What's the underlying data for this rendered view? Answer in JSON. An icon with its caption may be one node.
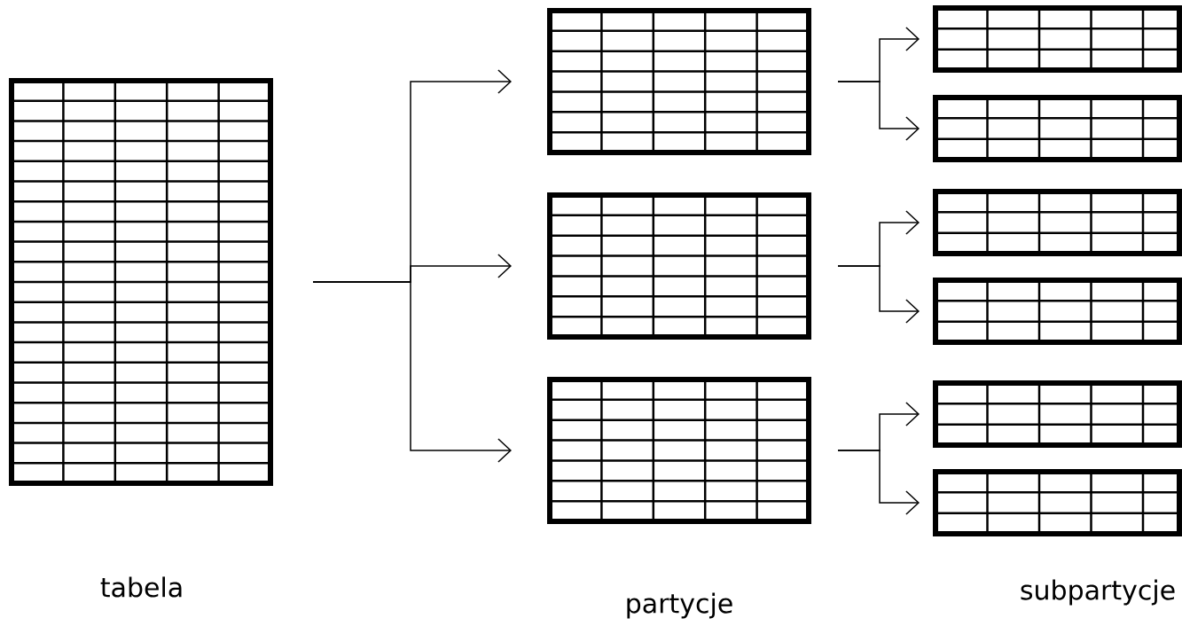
{
  "diagram": {
    "nodes": [
      {
        "text": [],
        "shape": "table"
      },
      {
        "text": [],
        "shape": "table"
      },
      {
        "text": [],
        "shape": "table"
      },
      {
        "text": [],
        "shape": "table"
      },
      {
        "text": [],
        "shape": "table"
      },
      {
        "text": [],
        "shape": "table"
      },
      {
        "text": [],
        "shape": "table"
      },
      {
        "text": [],
        "shape": "table"
      },
      {
        "text": [],
        "shape": "table"
      },
      {
        "text": [],
        "shape": "table"
      }
    ],
    "edges": [
      {
        "from": 0,
        "to": 1,
        "arrow": "to"
      },
      {
        "from": 0,
        "to": 2,
        "arrow": "to"
      },
      {
        "from": 0,
        "to": 3,
        "arrow": "to"
      },
      {
        "from": 1,
        "to": 4,
        "arrow": "to"
      },
      {
        "from": 1,
        "to": 5,
        "arrow": "to"
      },
      {
        "from": 2,
        "to": 6,
        "arrow": "to"
      },
      {
        "from": 2,
        "to": 7,
        "arrow": "to"
      },
      {
        "from": 3,
        "to": 8,
        "arrow": "to"
      },
      {
        "from": 3,
        "to": 9,
        "arrow": "to"
      }
    ],
    "labels": [
      "tabela",
      "partycje",
      "subpartycje"
    ]
  }
}
